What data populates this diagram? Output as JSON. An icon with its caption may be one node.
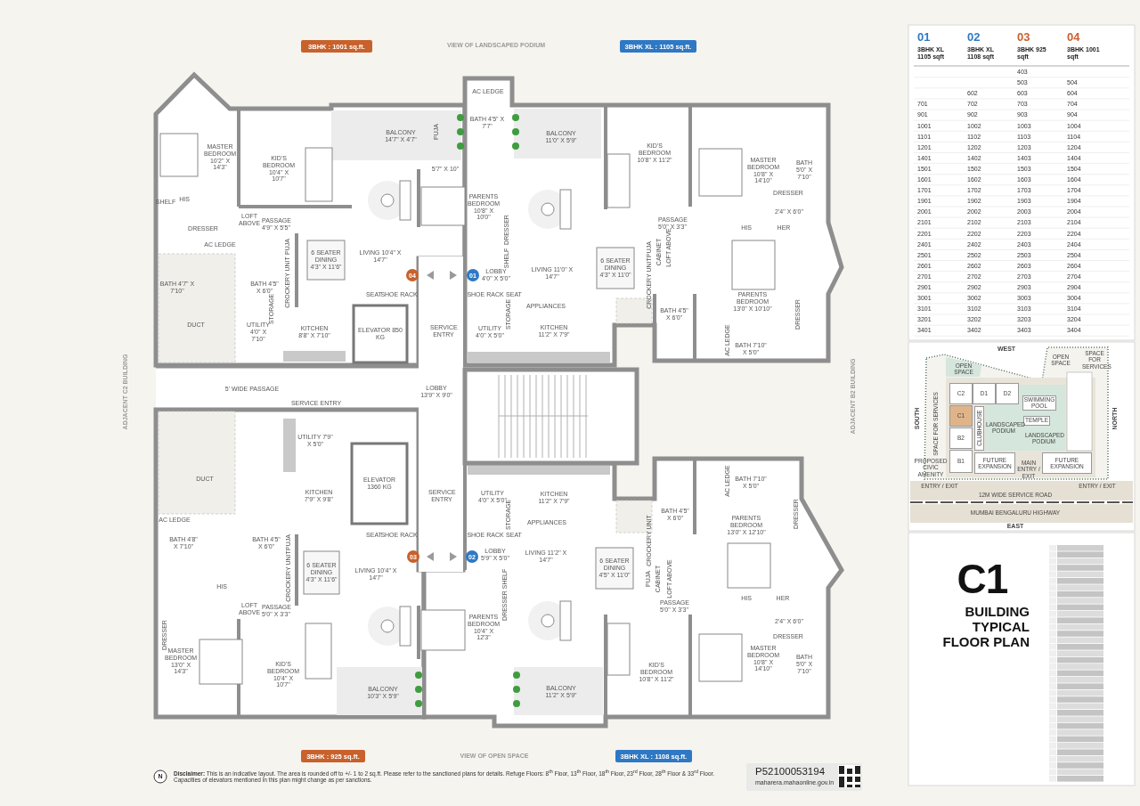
{
  "diagram": {
    "title": "BUILDING TYPICAL FLOOR PLAN",
    "nodes": [
      {
        "text": [
          "3BHK : 1001 sq.ft."
        ]
      },
      {
        "text": [
          "3BHK XL : 1105 sq.ft."
        ]
      },
      {
        "text": [
          "04"
        ]
      },
      {
        "text": [
          "01"
        ]
      },
      {
        "text": [
          "03"
        ]
      },
      {
        "text": [
          "02"
        ]
      },
      {
        "text": [
          "3BHK : 925 sq.ft."
        ]
      },
      {
        "text": [
          "3BHK XL : 1108 sq.ft."
        ]
      },
      {
        "text": [
          "C2"
        ]
      },
      {
        "text": [
          "D1"
        ]
      },
      {
        "text": [
          "D2"
        ]
      },
      {
        "text": [
          "C1"
        ]
      },
      {
        "text": [
          "CLUBHOUSE"
        ]
      },
      {
        "text": [
          "SWIMMING POOL"
        ]
      },
      {
        "text": [
          "TEMPLE"
        ]
      },
      {
        "text": [
          "B2"
        ]
      },
      {
        "text": [
          "B1"
        ]
      },
      {
        "text": [
          "FUTURE EXPANSION"
        ]
      },
      {
        "text": [
          "FUTURE EXPANSION"
        ]
      }
    ],
    "labels": [
      "VIEW OF LANDSCAPED PODIUM",
      "MASTER BEDROOM 10'2\" X 14'3\"",
      "KID'S BEDROOM 10'4\" X 10'7\"",
      "BALCONY 14'7\" X 4'7\"",
      "PUJA",
      "5'7\" X 10\"",
      "SHELF",
      "HIS",
      "DRESSER",
      "LOFT ABOVE",
      "PASSAGE 4'9\" X 5'5\"",
      "6 SEATER DINING 4'3\" X 11'6\"",
      "LIVING 10'4\" X 14'7\"",
      "AC LEDGE",
      "BATH 4'7\" X 7'10\"",
      "BATH 4'5\" X 6'0\"",
      "PUJA",
      "CROCKERY UNIT",
      "DUCT",
      "UTILITY 4'0\" X 7'10\"",
      "STORAGE",
      "KITCHEN 8'8\" X 7'10\"",
      "SEAT",
      "SHOE RACK",
      "ELEVATOR 850 KG",
      "SERVICE ENTRY",
      "AC LEDGE",
      "BATH 4'5\" X 7'7\"",
      "PARENTS BEDROOM 10'8\" X 10'0\"",
      "DRESSER",
      "SHELF",
      "BALCONY 11'0\" X 5'9\"",
      "KID'S BEDROOM 10'8\" X 11'2\"",
      "MASTER BEDROOM 10'8\" X 14'10\"",
      "BATH 5'0\" X 7'10\"",
      "DRESSER",
      "2'4\" X 6'0\"",
      "PASSAGE 5'0\" X 3'3\"",
      "HIS",
      "HER",
      "PUJA",
      "CABINET",
      "LOFT ABOVE",
      "CROCKERY UNIT",
      "LOBBY 4'0\" X 5'0\"",
      "LIVING 11'0\" X 14'7\"",
      "6 SEATER DINING 4'3\" X 11'0\"",
      "PARENTS BEDROOM 13'0\" X 10'10\"",
      "SHOE RACK",
      "SEAT",
      "APPLIANCES",
      "STORAGE",
      "BATH 4'5\" X 6'0\"",
      "DRESSER",
      "UTILITY 4'0\" X 5'0\"",
      "KITCHEN 11'2\" X 7'9\"",
      "AC LEDGE",
      "BATH 7'10\" X 5'0\"",
      "ADJACENT C2 BUILDING",
      "ADJACENT B2 BUILDING",
      "5' WIDE PASSAGE",
      "LOBBY 13'9\" X 9'0\"",
      "SERVICE ENTRY",
      "UTILITY 7'9\" X 5'0\"",
      "DUCT",
      "ELEVATOR 1360 KG",
      "KITCHEN 7'9\" X 9'8\"",
      "SERVICE ENTRY",
      "UTILITY 4'0\" X 5'0\"",
      "AC LEDGE",
      "BATH 4'8\" X 7'10\"",
      "BATH 4'5\" X 6'0\"",
      "PUJA",
      "CROCKERY UNIT",
      "SEAT",
      "SHOE RACK",
      "LOBBY 5'9\" X 5'0\"",
      "6 SEATER DINING 4'3\" X 11'6\"",
      "LIVING 10'4\" X 14'7\"",
      "HIS",
      "LOFT ABOVE",
      "PASSAGE 5'0\" X 3'3\"",
      "DRESSER",
      "MASTER BEDROOM 13'0\" X 14'3\"",
      "KID'S BEDROOM 10'4\" X 10'7\"",
      "PARENTS BEDROOM 10'4\" X 12'3\"",
      "BALCONY 10'3\" X 5'9\"",
      "SHOE RACK",
      "SEAT",
      "STORAGE",
      "APPLIANCES",
      "KITCHEN 11'2\" X 7'9\"",
      "AC LEDGE",
      "BATH 7'10\" X 5'0\"",
      "BATH 4'5\" X 6'0\"",
      "DRESSER",
      "PARENTS BEDROOM 13'0\" X 12'10\"",
      "CROCKERY UNIT",
      "LIVING 11'2\" X 14'7\"",
      "6 SEATER DINING 4'5\" X 11'0\"",
      "PUJA",
      "CABINET",
      "LOFT ABOVE",
      "SHELF",
      "DRESSER",
      "HIS",
      "HER",
      "PASSAGE 5'0\" X 3'3\"",
      "2'4\" X 6'0\"",
      "DRESSER",
      "MASTER BEDROOM 10'8\" X 14'10\"",
      "BATH 5'0\" X 7'10\"",
      "KID'S BEDROOM 10'8\" X 11'2\"",
      "BALCONY 11'2\" X 5'9\"",
      "VIEW OF OPEN SPACE",
      "N",
      "**Disclaimer:** This is an indicative layout. The area is rounded off to +/- 1 to 2 sq.ft. Please refer to the sanctioned plans for details. Refuge Floors: 8$^{th}$ Floor, 13$^{th}$ Floor, 18$^{th}$ Floor, 23$^{rd}$ Floor, 28$^{th}$ Floor & 33$^{rd}$ Floor. Capacities of elevators mentioned in this plan might change as per sanctions.",
      "P52100053194",
      "maharera.mahaonline.gov.in",
      "01",
      "02",
      "03",
      "04",
      "3BHK XL 1105 sqft",
      "3BHK XL 1108 sqft",
      "3BHK 925 sqft",
      "3BHK 1001 sqft",
      "403",
      "503",
      "504",
      "602",
      "603",
      "604",
      "701",
      "702",
      "703",
      "704",
      "901",
      "902",
      "903",
      "904",
      "1001",
      "1002",
      "1003",
      "1004",
      "1101",
      "1102",
      "1103",
      "1104",
      "1201",
      "1202",
      "1203",
      "1204",
      "1401",
      "1402",
      "1403",
      "1404",
      "1501",
      "1502",
      "1503",
      "1504",
      "1601",
      "1602",
      "1603",
      "1604",
      "1701",
      "1702",
      "1703",
      "1704",
      "1901",
      "1902",
      "1903",
      "1904",
      "2001",
      "2002",
      "2003",
      "2004",
      "2101",
      "2102",
      "2103",
      "2104",
      "2201",
      "2202",
      "2203",
      "2204",
      "2401",
      "2402",
      "2403",
      "2404",
      "2501",
      "2502",
      "2503",
      "2504",
      "2601",
      "2602",
      "2603",
      "2604",
      "2701",
      "2702",
      "2703",
      "2704",
      "2901",
      "2902",
      "2903",
      "2904",
      "3001",
      "3002",
      "3003",
      "3004",
      "3101",
      "3102",
      "3103",
      "3104",
      "3201",
      "3202",
      "3203",
      "3204",
      "3401",
      "3402",
      "3403",
      "3404",
      "WEST",
      "SOUTH",
      "NORTH",
      "OPEN SPACE",
      "OPEN SPACE",
      "SPACE FOR SERVICES",
      "SPACE FOR SERVICES",
      "LANDSCAPED PODIUM",
      "LANDSCAPED PODIUM",
      "PROPOSED CIVIC AMENITY",
      "MAIN ENTRY / EXIT",
      "ENTRY / EXIT",
      "ENTRY / EXIT",
      "12M WIDE SERVICE ROAD",
      "MUMBAI BENGALURU HIGHWAY",
      "EAST",
      "C1"
    ]
  }
}
